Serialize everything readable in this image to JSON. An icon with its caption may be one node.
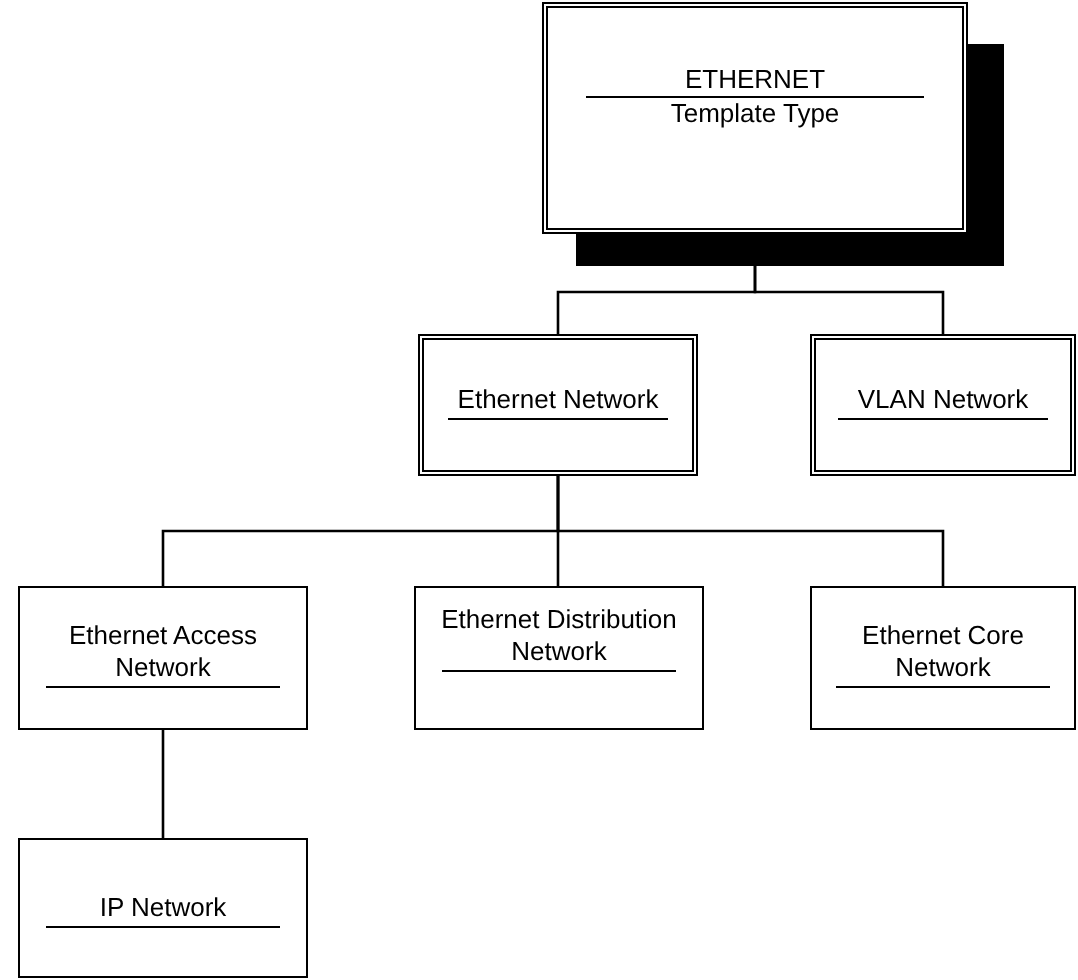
{
  "diagram": {
    "nodes": [
      {
        "text": [
          "ETHERNET",
          "Template Type"
        ]
      },
      {
        "text": [
          "Ethernet Network"
        ]
      },
      {
        "text": [
          "VLAN Network"
        ]
      },
      {
        "text": [
          "Ethernet Access Network"
        ]
      },
      {
        "text": [
          "Ethernet Distribution Network"
        ]
      },
      {
        "text": [
          "Ethernet Core Network"
        ]
      },
      {
        "text": [
          "IP Network"
        ]
      }
    ],
    "edges": [
      {
        "from": 0,
        "to": 1,
        "arrow": "none"
      },
      {
        "from": 0,
        "to": 2,
        "arrow": "none"
      },
      {
        "from": 1,
        "to": 3,
        "arrow": "none"
      },
      {
        "from": 1,
        "to": 4,
        "arrow": "none"
      },
      {
        "from": 1,
        "to": 5,
        "arrow": "none"
      },
      {
        "from": 3,
        "to": 6,
        "arrow": "none"
      }
    ]
  }
}
